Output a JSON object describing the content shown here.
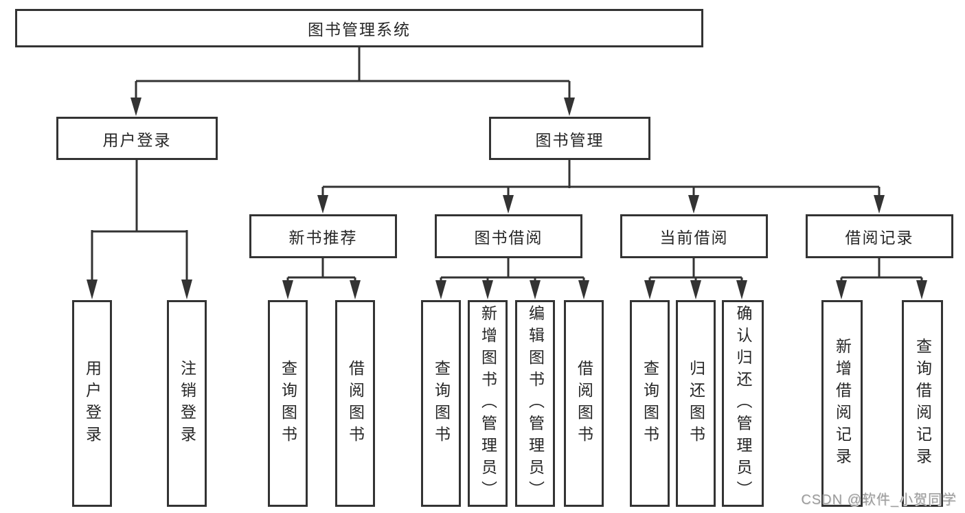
{
  "diagram": {
    "root": {
      "label": "图书管理系统"
    },
    "branches": [
      {
        "label": "用户登录",
        "leaves": [
          {
            "label": "用户登录"
          },
          {
            "label": "注销登录"
          }
        ]
      },
      {
        "label": "图书管理",
        "children": [
          {
            "label": "新书推荐",
            "leaves": [
              {
                "label": "查询图书"
              },
              {
                "label": "借阅图书"
              }
            ]
          },
          {
            "label": "图书借阅",
            "leaves": [
              {
                "label": "查询图书"
              },
              {
                "label": "新增图书（管理员）"
              },
              {
                "label": "编辑图书（管理员）"
              },
              {
                "label": "借阅图书"
              }
            ]
          },
          {
            "label": "当前借阅",
            "leaves": [
              {
                "label": "查询图书"
              },
              {
                "label": "归还图书"
              },
              {
                "label": "确认归还（管理员）"
              }
            ]
          },
          {
            "label": "借阅记录",
            "leaves": [
              {
                "label": "新增借阅记录"
              },
              {
                "label": "查询借阅记录"
              }
            ]
          }
        ]
      }
    ]
  },
  "watermark": {
    "text": "CSDN @软件_小贺同学"
  },
  "colors": {
    "line": "#333333",
    "box_border": "#333333",
    "box_background": "#ffffff",
    "text": "#262626",
    "watermark": "#9c9c9c",
    "background": "#ffffff"
  }
}
